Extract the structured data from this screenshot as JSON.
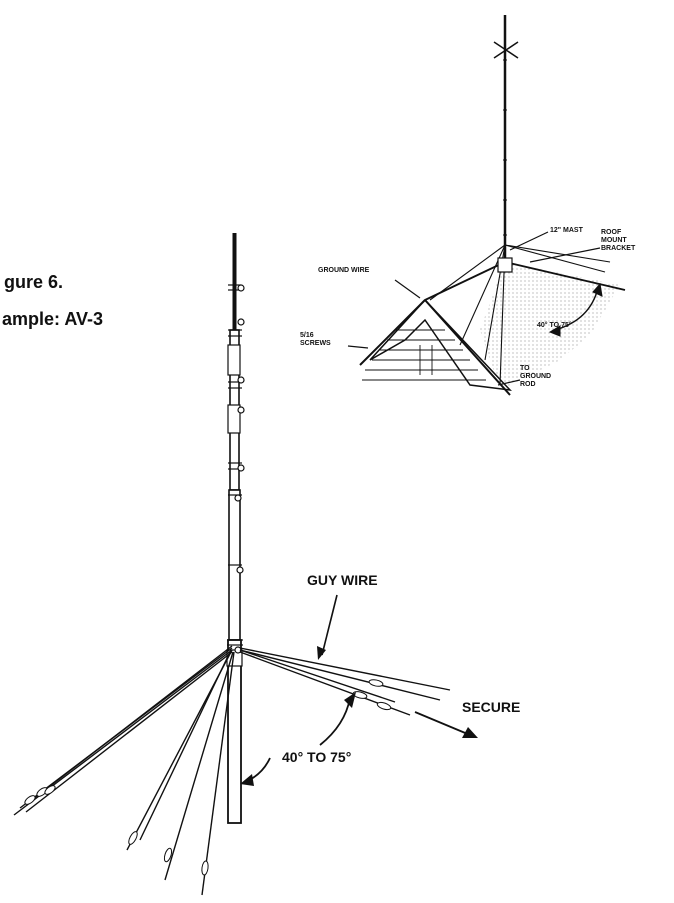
{
  "figure": {
    "caption_line1": "gure 6.",
    "caption_line2": "ample: AV-3"
  },
  "main_diagram": {
    "guy_wire": "GUY WIRE",
    "secure": "SECURE",
    "angle": "40° TO 75°"
  },
  "inset": {
    "mast": "12\" MAST",
    "roof_mount_1": "ROOF",
    "roof_mount_2": "MOUNT",
    "roof_mount_3": "BRACKET",
    "ground_wire": "GROUND WIRE",
    "screws_1": "5/16",
    "screws_2": "SCREWS",
    "angle": "40° TO 75°",
    "ground_rod_1": "TO",
    "ground_rod_2": "GROUND",
    "ground_rod_3": "ROD"
  },
  "colors": {
    "ink": "#111111",
    "paper": "#ffffff"
  }
}
